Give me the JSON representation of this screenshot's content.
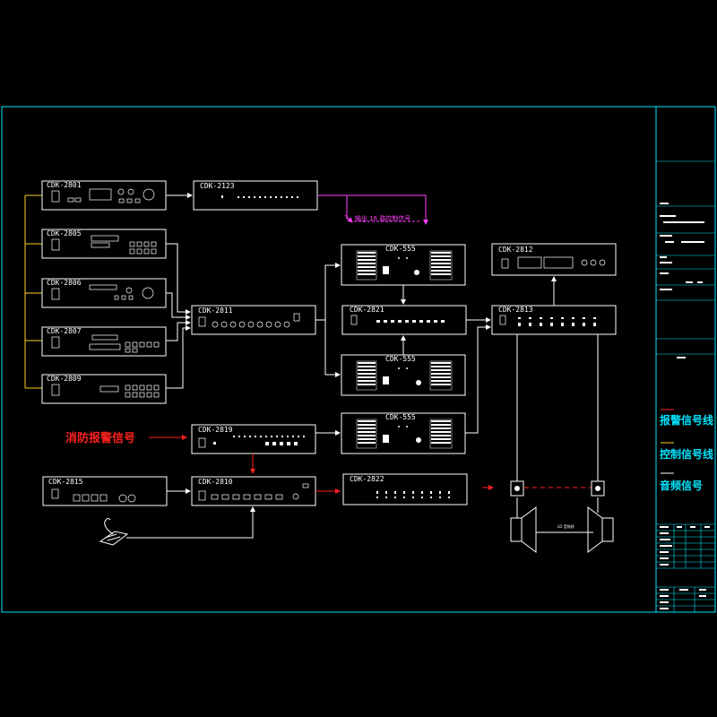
{
  "devices": {
    "d2801": "CDK-2801",
    "d2805": "CDK-2805",
    "d2806": "CDK-2806",
    "d2807": "CDK-2807",
    "d2809": "CDK-2809",
    "d2123": "CDK-2123",
    "d2811": "CDK-2811",
    "d2819": "CDK-2819",
    "d2815": "CDK-2815",
    "d2810": "CDK-2810",
    "d2822": "CDK-2822",
    "d555a": "CDK-555",
    "d555b": "CDK-555",
    "d555c": "CDK-555",
    "d2821": "CDK-2821",
    "d2812": "CDK-2812",
    "d2813": "CDK-2813"
  },
  "annotations": {
    "fire_alarm_signal": "消防报警信号",
    "zone_label": "输出 16 路控制信号",
    "speaker_cable": "LD 音频线"
  },
  "legend": {
    "items": [
      {
        "label": "报警信号线",
        "color": "#ff2020"
      },
      {
        "label": "控制信号线",
        "color": "#ffd21e"
      },
      {
        "label": "音频信号",
        "color": "#ffffff"
      }
    ]
  },
  "colors": {
    "frame": "#00e5ff",
    "device": "#ffffff",
    "alarm": "#ff2020",
    "control": "#ffd21e",
    "zone": "#ff40ff"
  }
}
